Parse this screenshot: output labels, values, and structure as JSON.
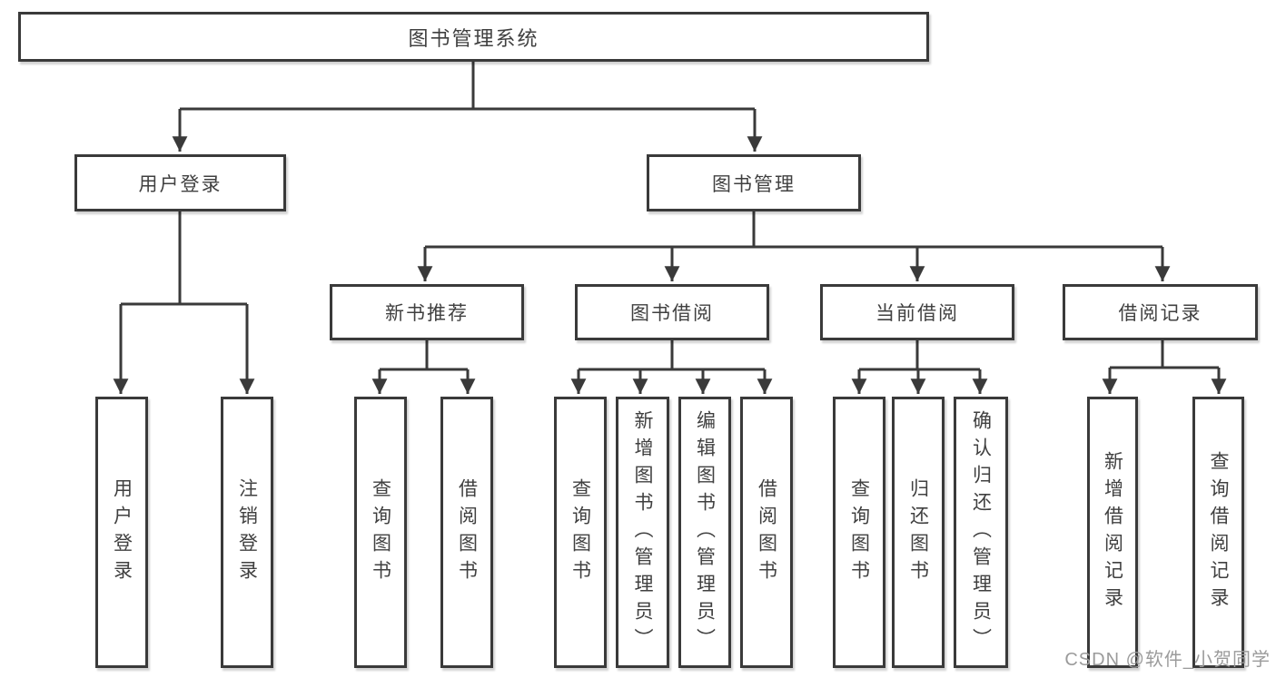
{
  "diagram": {
    "type": "tree",
    "line_color": "#3a3a3a",
    "text_color": "#404040",
    "watermark": "CSDN @软件_小贺同学",
    "nodes": {
      "root": "图书管理系统",
      "user_login": "用户登录",
      "book_mgmt": "图书管理",
      "new_book_rec": "新书推荐",
      "book_borrow": "图书借阅",
      "current_borrow": "当前借阅",
      "borrow_record": "借阅记录",
      "leaf_user_login": "用户登录",
      "leaf_logout": "注销登录",
      "leaf_rec_query": "查询图书",
      "leaf_rec_borrow": "借阅图书",
      "leaf_bb_query": "查询图书",
      "leaf_bb_add": "新增图书（管理员）",
      "leaf_bb_edit": "编辑图书（管理员）",
      "leaf_bb_borrow": "借阅图书",
      "leaf_cb_query": "查询图书",
      "leaf_cb_return": "归还图书",
      "leaf_cb_confirm": "确认归还（管理员）",
      "leaf_br_add": "新增借阅记录",
      "leaf_br_query": "查询借阅记录"
    },
    "edges": [
      "root→用户登录",
      "root→图书管理",
      "用户登录→用户登录(叶)",
      "用户登录→注销登录",
      "图书管理→新书推荐",
      "图书管理→图书借阅",
      "图书管理→当前借阅",
      "图书管理→借阅记录",
      "新书推荐→查询图书",
      "新书推荐→借阅图书",
      "图书借阅→查询图书",
      "图书借阅→新增图书（管理员）",
      "图书借阅→编辑图书（管理员）",
      "图书借阅→借阅图书",
      "当前借阅→查询图书",
      "当前借阅→归还图书",
      "当前借阅→确认归还（管理员）",
      "借阅记录→新增借阅记录",
      "借阅记录→查询借阅记录"
    ]
  }
}
